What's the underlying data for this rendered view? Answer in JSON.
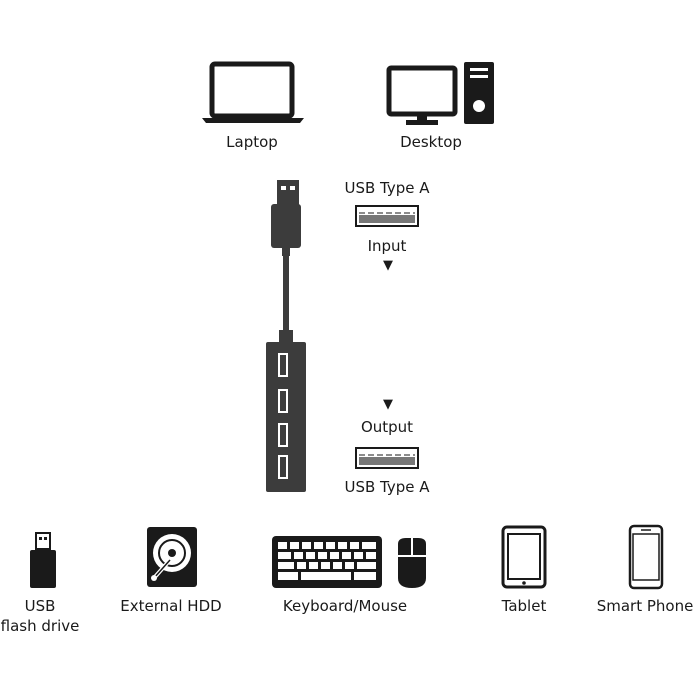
{
  "top_devices": {
    "laptop": {
      "label": "Laptop",
      "icon": "laptop-icon"
    },
    "desktop": {
      "label": "Desktop",
      "icon": "desktop-computer-icon"
    }
  },
  "input_port": {
    "type_label": "USB Type A",
    "role_label": "Input",
    "arrow": "▼"
  },
  "output_port": {
    "type_label": "USB Type A",
    "role_label": "Output",
    "arrow": "▼"
  },
  "hub": {
    "icon": "usb-hub-icon",
    "port_count": 4
  },
  "bottom_devices": [
    {
      "label_line1": "USB",
      "label_line2": "flash drive",
      "icon": "usb-flash-drive-icon"
    },
    {
      "label": "External HDD",
      "icon": "hard-disk-icon"
    },
    {
      "label": "Keyboard/Mouse",
      "icon": "keyboard-mouse-icon"
    },
    {
      "label": "Tablet",
      "icon": "tablet-icon"
    },
    {
      "label": "Smart Phone",
      "icon": "smartphone-icon"
    }
  ],
  "colors": {
    "icon": "#1a1a1a",
    "hub": "#3c3c3c",
    "port": "#777777"
  }
}
